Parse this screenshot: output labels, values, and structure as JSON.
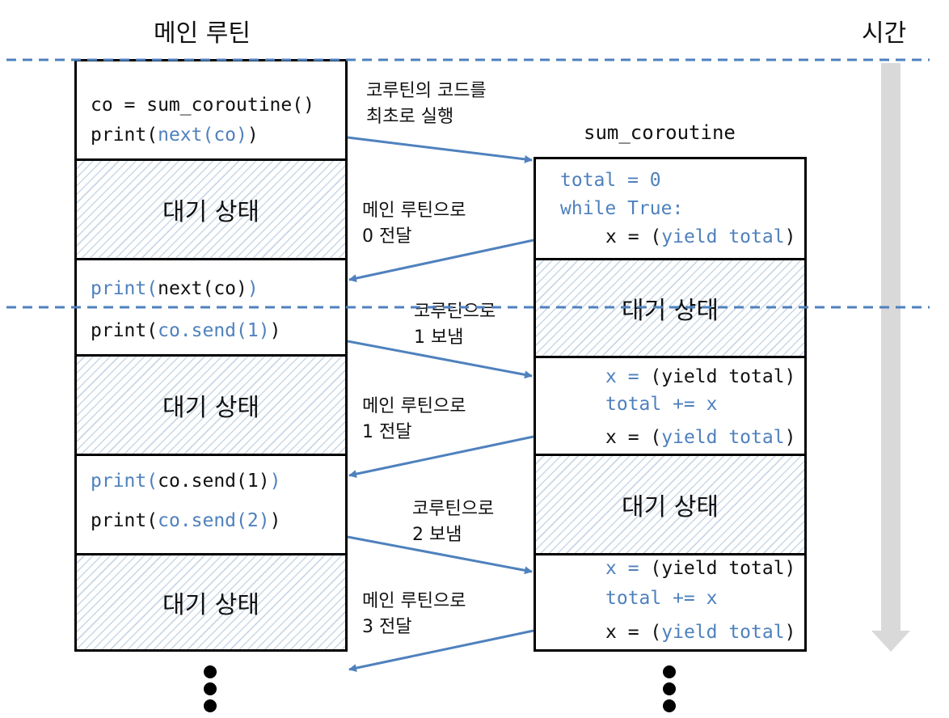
{
  "main_routine": {
    "title": "메인 루틴",
    "box1_line1": "co = sum_coroutine()",
    "box1_line2_a": "print(",
    "box1_line2_b": "next(co)",
    "box1_line2_c": ")",
    "wait": "대기 상태",
    "box3_line1_a": "print(",
    "box3_line1_b": "next(co)",
    "box3_line1_c": ")",
    "box3_line2_a": "print(",
    "box3_line2_b": "co.send(1)",
    "box3_line2_c": ")",
    "box5_line1_a": "print(",
    "box5_line1_b": "co.send(1)",
    "box5_line1_c": ")",
    "box5_line2_a": "print(",
    "box5_line2_b": "co.send(2)",
    "box5_line2_c": ")"
  },
  "time_label": "시간",
  "coroutine": {
    "title": "sum_coroutine",
    "b1_line1": "total = 0",
    "b1_line2": "while True:",
    "b1_line3_a": "x = (",
    "b1_line3_b": "yield total",
    "b1_line3_c": ")",
    "wait": "대기 상태",
    "b2_line1_a": "x = ",
    "b2_line1_b": "(yield total)",
    "b2_line2": "total += x",
    "b2_line3_a": "x = (",
    "b2_line3_b": "yield total",
    "b2_line3_c": ")",
    "b3_line1_a": "x = ",
    "b3_line1_b": "(yield total)",
    "b3_line2": "total += x",
    "b3_line3_a": "x = (",
    "b3_line3_b": "yield total",
    "b3_line3_c": ")"
  },
  "arrow_labels": {
    "a1": "코루틴의 코드를\n최초로 실행",
    "a2": "메인 루틴으로\n0 전달",
    "a3": "코루틴으로\n1 보냄",
    "a4": "메인 루틴으로\n1 전달",
    "a5": "코루틴으로\n2 보냄",
    "a6": "메인 루틴으로\n3 전달"
  },
  "colors": {
    "accent": "#4f81bd",
    "hatch": "#c9d7e6",
    "time_arrow": "#d9d9d9",
    "border": "#000000"
  }
}
